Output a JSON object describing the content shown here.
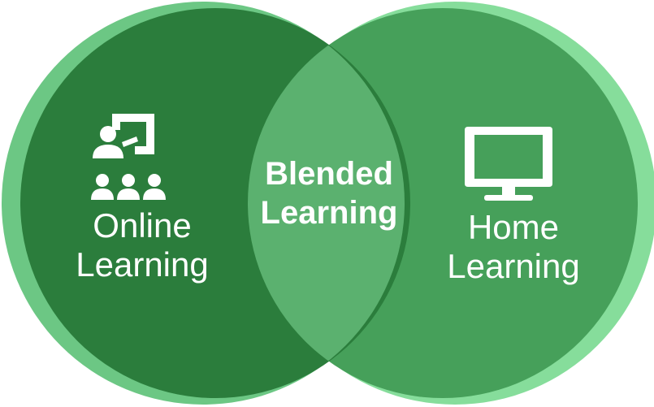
{
  "colors": {
    "left_circle_outer": "#6cc784",
    "left_circle": "#2b7d3c",
    "right_circle_outer": "#86dd9b",
    "right_circle": "#46a05a",
    "overlap": "#5bb16f",
    "text": "#ffffff"
  },
  "left": {
    "icon": "teacher-presenting-to-group-icon",
    "line1": "Online",
    "line2": "Learning"
  },
  "center": {
    "line1": "Blended",
    "line2": "Learning"
  },
  "right": {
    "icon": "desktop-monitor-icon",
    "line1": "Home",
    "line2": "Learning"
  }
}
